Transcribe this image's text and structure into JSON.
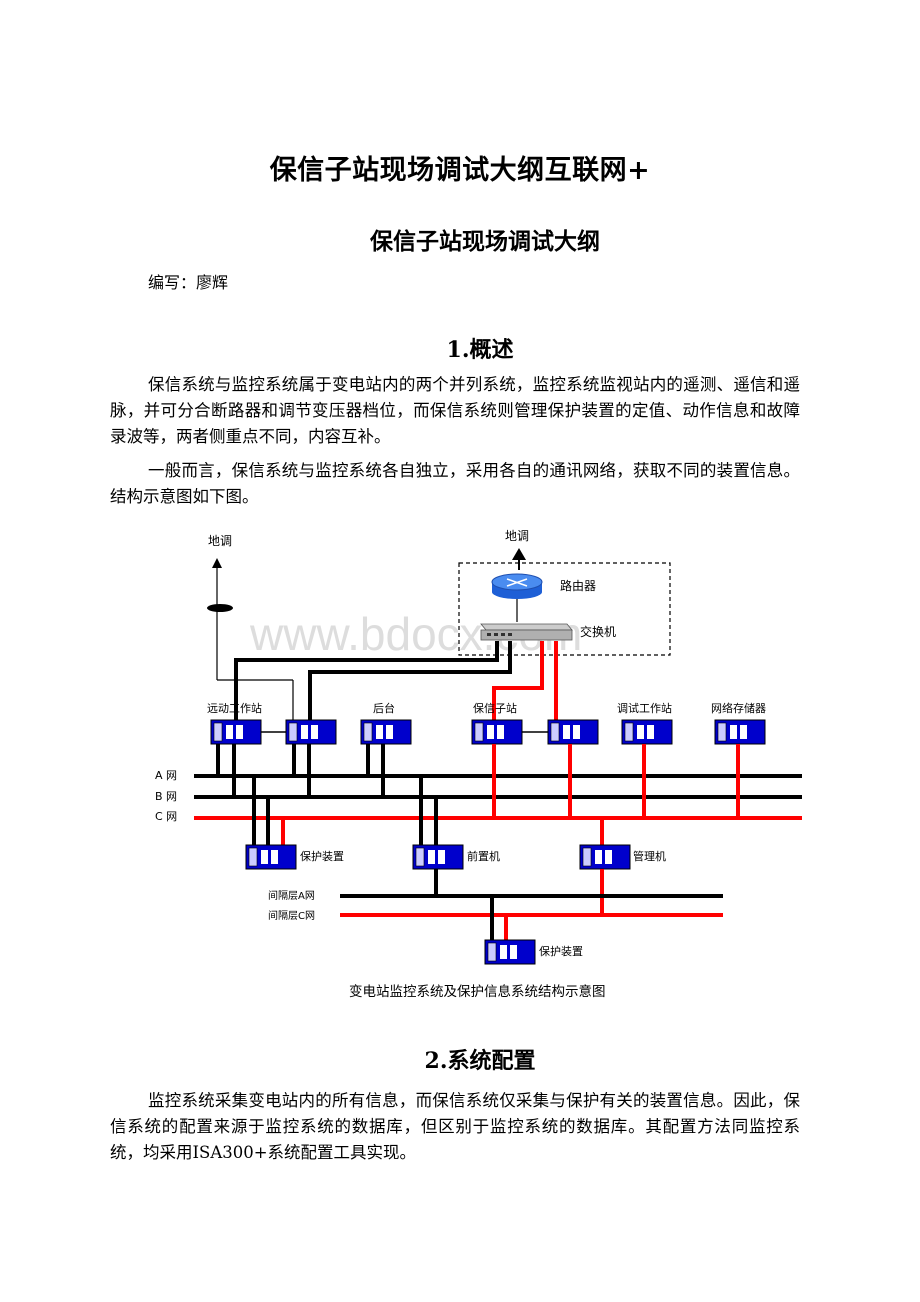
{
  "doc": {
    "title": "保信子站现场调试大纲互联网+",
    "subtitle": "保信子站现场调试大纲",
    "author": "编写：廖辉"
  },
  "sections": [
    {
      "heading": "1.概述",
      "paragraphs": [
        "保信系统与监控系统属于变电站内的两个并列系统，监控系统监视站内的遥测、遥信和遥脉，并可分合断路器和调节变压器档位，而保信系统则管理保护装置的定值、动作信息和故障录波等，两者侧重点不同，内容互补。",
        "一般而言，保信系统与监控系统各自独立，采用各自的通讯网络，获取不同的装置信息。结构示意图如下图。"
      ]
    },
    {
      "heading": "2.系统配置",
      "paragraphs": [
        "监控系统采集变电站内的所有信息，而保信系统仅采集与保护有关的装置信息。因此，保信系统的配置来源于监控系统的数据库，但区别于监控系统的数据库。其配置方法同监控系统，均采用ISA300+系统配置工具实现。"
      ]
    }
  ],
  "diagram": {
    "labels": {
      "dispatch_left": "地调",
      "dispatch_top": "地调",
      "router": "路由器",
      "switch": "交换机",
      "remote_station": "远动工作站",
      "backend": "后台",
      "substation": "保信子站",
      "debug_station": "调试工作站",
      "net_storage": "网络存储器",
      "net_a": "A 网",
      "net_b": "B 网",
      "net_c": "C  网",
      "protection_1": "保护装置",
      "front_machine": "前置机",
      "management": "管理机",
      "bay_a": "间隔层A网",
      "bay_c": "间隔层C网",
      "protection_2": "保护装置"
    },
    "caption": "变电站监控系统及保护信息系统结构示意图",
    "watermark": "www.bdocx.com",
    "colors": {
      "black_net": "#000000",
      "red_net": "#ff0000",
      "device": "#0000cc"
    }
  }
}
